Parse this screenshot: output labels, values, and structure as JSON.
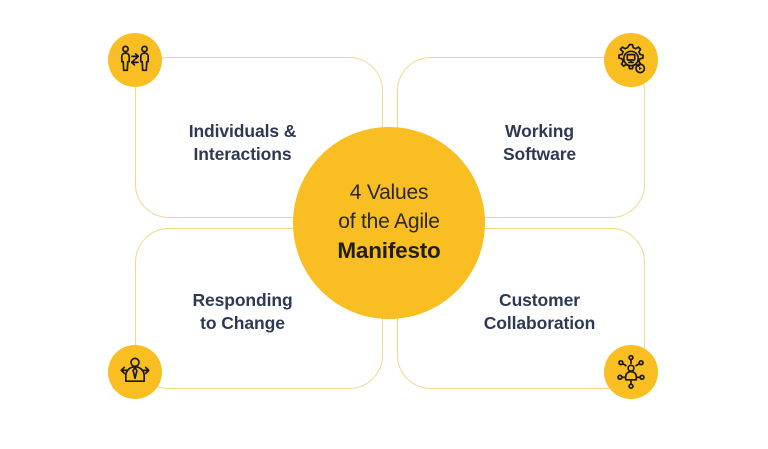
{
  "center": {
    "line1": "4 Values",
    "line2": "of the Agile",
    "line3": "Manifesto",
    "full_text": "4 Values of the Agile Manifesto"
  },
  "quadrants": [
    {
      "position": "top-left",
      "label": "Individuals &\nInteractions",
      "icon": "people-interaction-icon"
    },
    {
      "position": "top-right",
      "label": "Working\nSoftware",
      "icon": "working-software-gear-icon"
    },
    {
      "position": "bottom-left",
      "label": "Responding\nto Change",
      "icon": "responding-to-change-icon"
    },
    {
      "position": "bottom-right",
      "label": "Customer\nCollaboration",
      "icon": "customer-collaboration-network-icon"
    }
  ],
  "colors": {
    "accent_yellow": "#F9BE21",
    "border_cream": "#EFD98A",
    "label_navy": "#2E3A53",
    "center_text_dark": "#211F14",
    "background": "#FFFFFF"
  }
}
